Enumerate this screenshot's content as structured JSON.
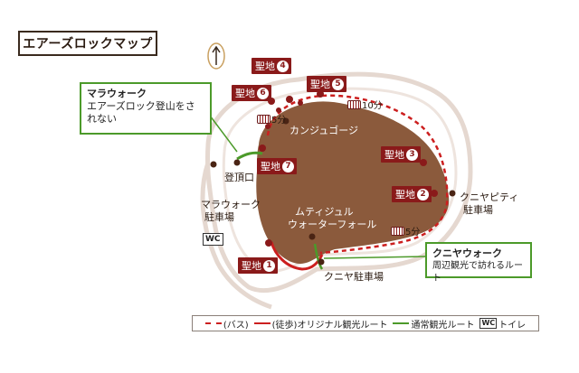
{
  "title": "エアーズロックマップ",
  "sacred_sites": [
    {
      "label": "聖地",
      "num": "1"
    },
    {
      "label": "聖地",
      "num": "2"
    },
    {
      "label": "聖地",
      "num": "3"
    },
    {
      "label": "聖地",
      "num": "4"
    },
    {
      "label": "聖地",
      "num": "5"
    },
    {
      "label": "聖地",
      "num": "6"
    },
    {
      "label": "聖地",
      "num": "7"
    }
  ],
  "places": {
    "kantju_gorge": "カンジュゴージ",
    "trailhead": "登頂口",
    "mala_walk_parking_1": "マラウォーク",
    "mala_walk_parking_2": "駐車場",
    "mutitjulu_1": "ムティジュル",
    "mutitjulu_2": "ウォーターフォール",
    "kuniya_parking": "クニヤ駐車場",
    "kuniya_piti_1": "クニヤピティ",
    "kuniya_piti_2": "駐車場"
  },
  "distances": {
    "top": "10分",
    "left": "5分",
    "bottom": "5分"
  },
  "wc": "WC",
  "callouts": {
    "mala": {
      "title": "マラウォーク",
      "text": "エアーズロック登山をされない"
    },
    "kuniya": {
      "title": "クニヤウォーク",
      "text": "周辺観光で訪れるルート"
    }
  },
  "compass_symbol": "N",
  "legend": {
    "bus": "(バス)",
    "walk": "(徒歩)オリジナル観光ルート",
    "regular": "通常観光ルート",
    "wc": "WC",
    "toilet": "トイレ"
  },
  "colors": {
    "rock": "#8b5a3c",
    "route_red": "#cc1f1f",
    "route_green": "#4c9a2a",
    "sacred_bg": "#8a1a1a",
    "contour": "#e5d8d0"
  }
}
